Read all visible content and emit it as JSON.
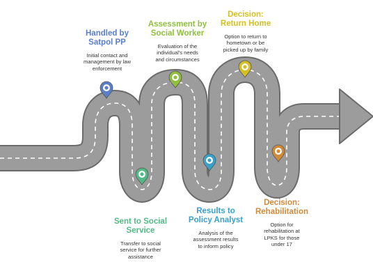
{
  "colors": {
    "road": "#9c9c9c",
    "road_edge": "#6b6b6b",
    "dashes": "#ffffff",
    "handled": "#5b7fc6",
    "sent": "#53b986",
    "assessment": "#8fbf3c",
    "results": "#3aa0c8",
    "return_home": "#d4c024",
    "rehabilitation": "#cf8a3a"
  },
  "steps": [
    {
      "key": "handled",
      "title_lines": [
        "Handled by",
        "Satpol PP"
      ],
      "desc_lines": [
        "Initial contact and",
        "management by law",
        "enforcement"
      ],
      "color_key": "handled"
    },
    {
      "key": "sent",
      "title_lines": [
        "Sent to Social",
        "Service"
      ],
      "desc_lines": [
        "Transfer to social",
        "service for further",
        "assistance"
      ],
      "color_key": "sent"
    },
    {
      "key": "assessment",
      "title_lines": [
        "Assessment by",
        "Social Worker"
      ],
      "desc_lines": [
        "Evaluation of the",
        "individual's needs",
        "and circumstances"
      ],
      "color_key": "assessment"
    },
    {
      "key": "results",
      "title_lines": [
        "Results to",
        "Policy Analyst"
      ],
      "desc_lines": [
        "Analysis of the",
        "assessment results",
        "to inform policy"
      ],
      "color_key": "results"
    },
    {
      "key": "return_home",
      "title_lines": [
        "Decision:",
        "Return Home"
      ],
      "desc_lines": [
        "Option to return to",
        "hometown or be",
        "picked up by family"
      ],
      "color_key": "return_home"
    },
    {
      "key": "rehabilitation",
      "title_lines": [
        "Decision:",
        "Rehabilitation"
      ],
      "desc_lines": [
        "Option for",
        "rehabilitation at",
        "LPKS for those",
        "under 17"
      ],
      "color_key": "rehabilitation"
    }
  ]
}
